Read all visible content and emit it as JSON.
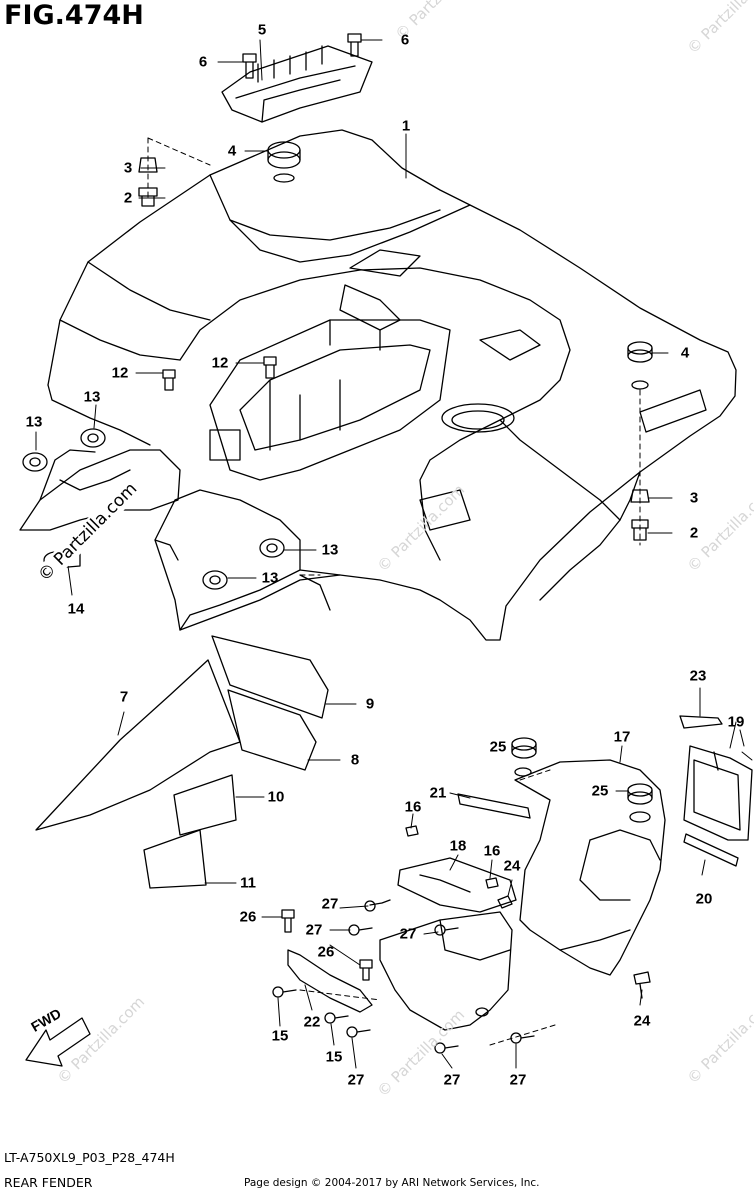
{
  "figure": {
    "title": "FIG.474H",
    "page_code": "LT-A750XL9_P03_P28_474H",
    "page_name": "REAR FENDER",
    "credit": "Page design © 2004-2017 by ARI Network Services, Inc.",
    "watermark": "© Partzilla.com",
    "brand_watermark": "© Partzilla.com",
    "direction_marker": "FWD"
  },
  "callouts": {
    "c1": "1",
    "c2a": "2",
    "c2b": "2",
    "c3a": "3",
    "c3b": "3",
    "c4a": "4",
    "c4b": "4",
    "c5": "5",
    "c6a": "6",
    "c6b": "6",
    "c7": "7",
    "c8": "8",
    "c9": "9",
    "c10": "10",
    "c11": "11",
    "c12a": "12",
    "c12b": "12",
    "c13a": "13",
    "c13b": "13",
    "c13c": "13",
    "c13d": "13",
    "c14": "14",
    "c15a": "15",
    "c15b": "15",
    "c16a": "16",
    "c16b": "16",
    "c17": "17",
    "c18": "18",
    "c19": "19",
    "c20": "20",
    "c21": "21",
    "c22": "22",
    "c23": "23",
    "c24a": "24",
    "c24b": "24",
    "c25a": "25",
    "c25b": "25",
    "c26a": "26",
    "c26b": "26",
    "c27a": "27",
    "c27b": "27",
    "c27c": "27",
    "c27d": "27",
    "c27e": "27",
    "c27f": "27"
  },
  "colors": {
    "line": "#000000",
    "watermark": "#d6d6d6",
    "background": "#ffffff"
  }
}
